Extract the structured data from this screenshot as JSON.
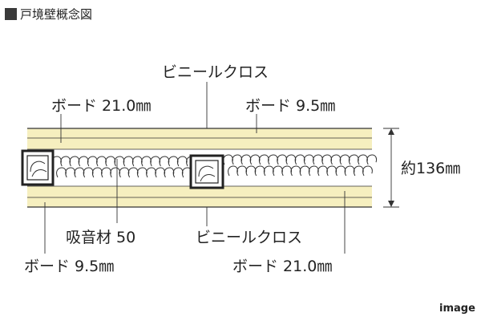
{
  "title": "戸境壁概念図",
  "labels": {
    "vinyl_cloth_top": "ビニールクロス",
    "board_21_top": "ボード 21.0㎜",
    "board_95_top": "ボード 9.5㎜",
    "thickness": "約136㎜",
    "insulation": "吸音材 50",
    "vinyl_cloth_bottom": "ビニールクロス",
    "board_95_bottom": "ボード 9.5㎜",
    "board_21_bottom": "ボード 21.0㎜"
  },
  "footer": "image",
  "colors": {
    "board_fill": "#f6efbf",
    "line": "#333333",
    "insulation_fill": "#ffffff"
  }
}
